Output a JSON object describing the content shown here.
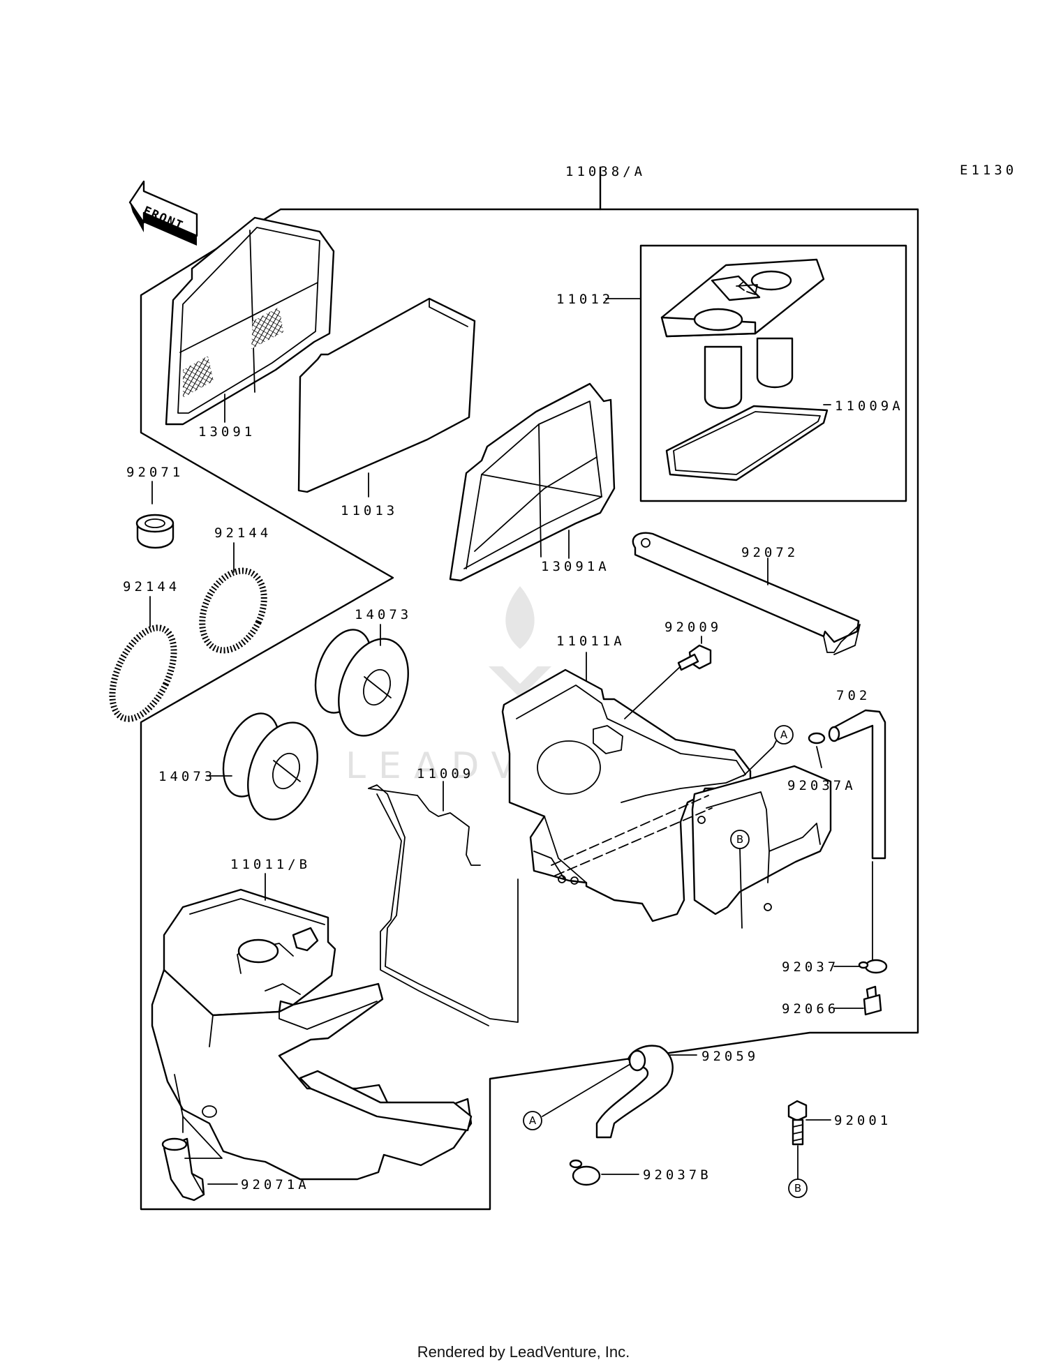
{
  "diagram": {
    "code": "E1130",
    "front_label": "FRONT",
    "callout_letters": {
      "a": "A",
      "b": "B"
    },
    "parts": {
      "p11038A": "11038/A",
      "p11012": "11012",
      "p11009A": "11009A",
      "p13091": "13091",
      "p11013": "11013",
      "p13091A": "13091A",
      "p92071": "92071",
      "p92144_upper": "92144",
      "p92144_lower": "92144",
      "p14073_upper": "14073",
      "p14073_lower": "14073",
      "p92072": "92072",
      "p92009": "92009",
      "p11011A": "11011A",
      "p702": "702",
      "p92037A": "92037A",
      "p11009": "11009",
      "p11011B": "11011/B",
      "p92037": "92037",
      "p92066": "92066",
      "p92059": "92059",
      "p92001": "92001",
      "p92037B": "92037B",
      "p92071A": "92071A"
    }
  },
  "watermark": "LEADVENTURE",
  "footer": "Rendered by LeadVenture, Inc."
}
